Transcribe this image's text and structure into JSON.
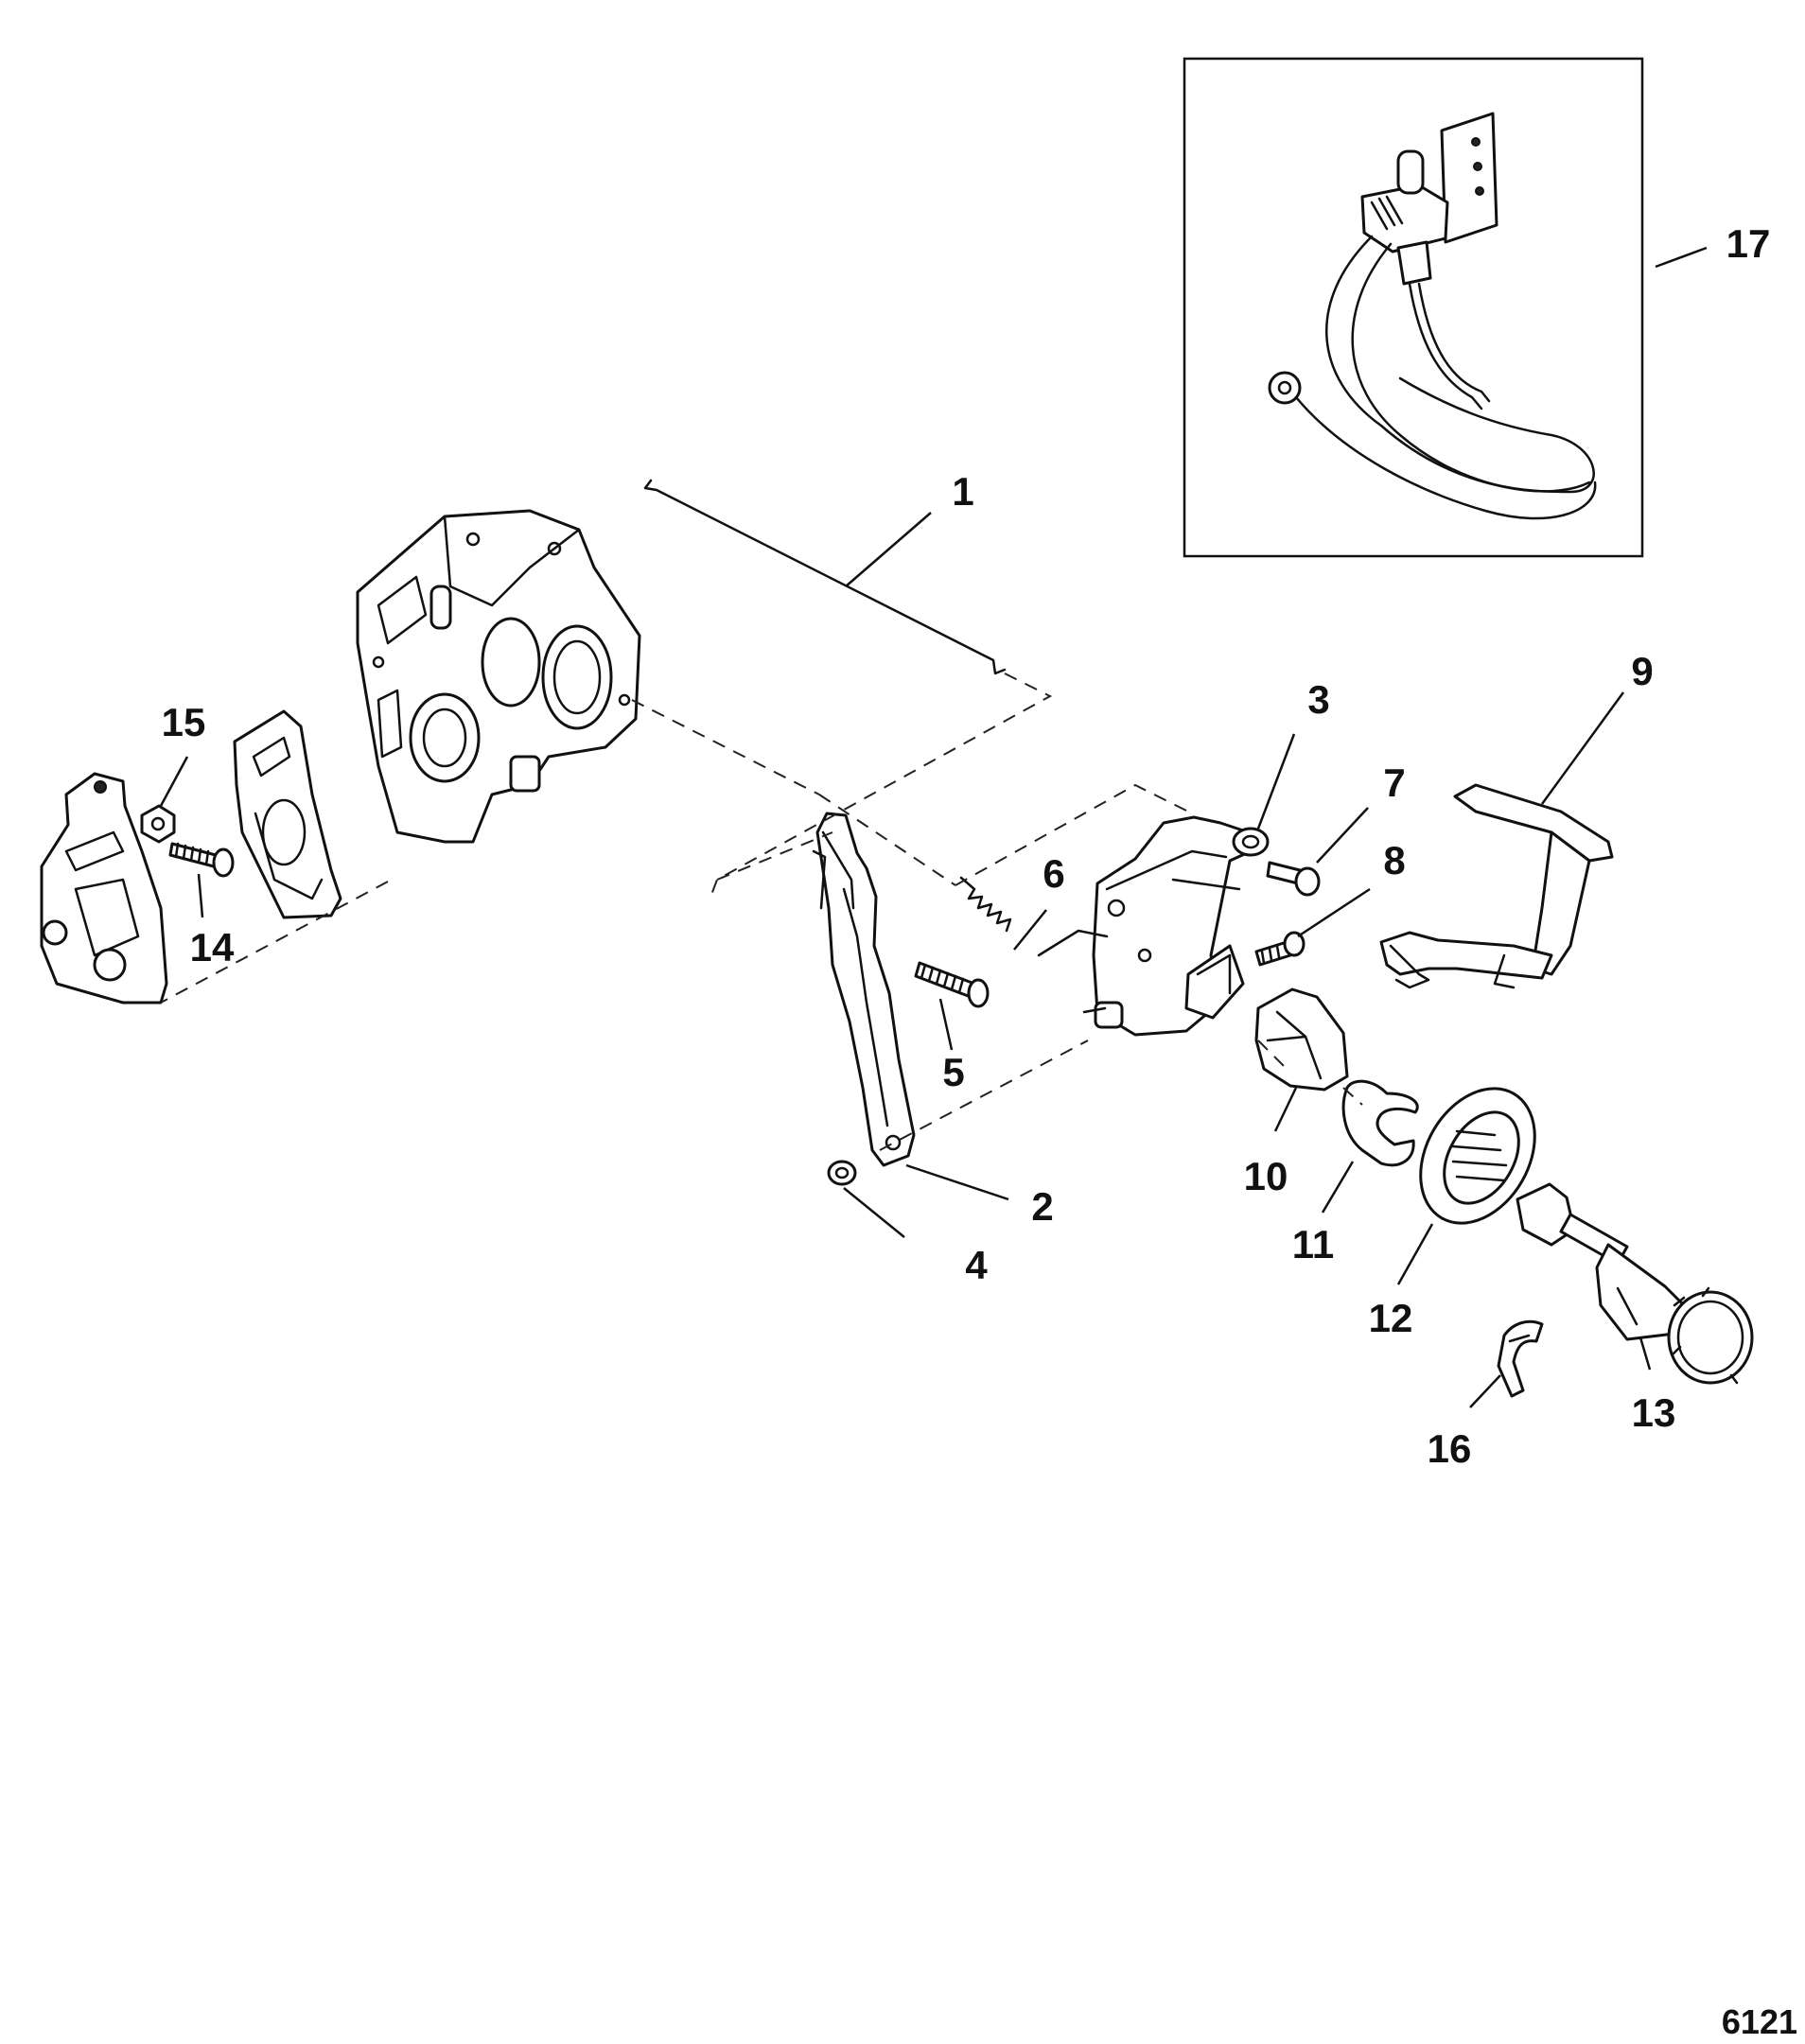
{
  "figure_number": "6121",
  "callouts": [
    {
      "id": "1",
      "label": "1"
    },
    {
      "id": "2",
      "label": "2"
    },
    {
      "id": "3",
      "label": "3"
    },
    {
      "id": "4",
      "label": "4"
    },
    {
      "id": "5",
      "label": "5"
    },
    {
      "id": "6",
      "label": "6"
    },
    {
      "id": "7",
      "label": "7"
    },
    {
      "id": "8",
      "label": "8"
    },
    {
      "id": "9",
      "label": "9"
    },
    {
      "id": "10",
      "label": "10"
    },
    {
      "id": "11",
      "label": "11"
    },
    {
      "id": "12",
      "label": "12"
    },
    {
      "id": "13",
      "label": "13"
    },
    {
      "id": "14",
      "label": "14"
    },
    {
      "id": "15",
      "label": "15"
    },
    {
      "id": "16",
      "label": "16"
    },
    {
      "id": "17",
      "label": "17"
    }
  ]
}
